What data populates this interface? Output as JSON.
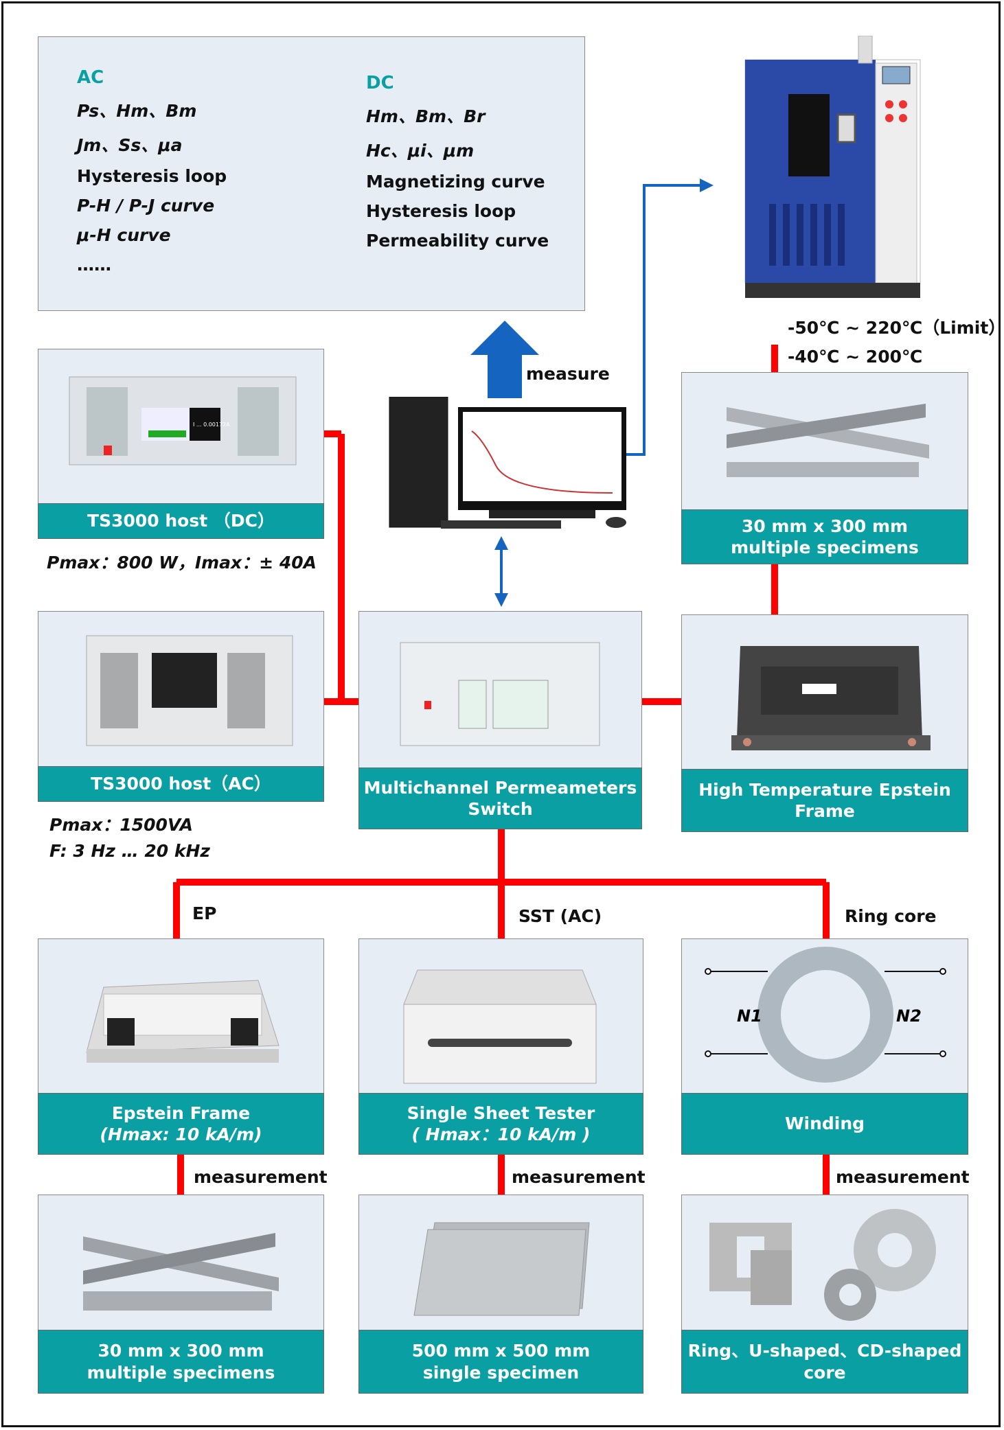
{
  "ac": {
    "heading": "AC",
    "items": [
      "Ps、Hm、Bm",
      "Jm、Ss、μa",
      "Hysteresis loop",
      "P-H / P-J  curve",
      "μ-H  curve",
      "……"
    ]
  },
  "dc": {
    "heading": "DC",
    "items": [
      "Hm、Bm、Br",
      "Hc、μi、μm",
      "Magnetizing curve",
      "Hysteresis loop",
      "Permeability curve"
    ]
  },
  "measure_label": "measure",
  "chamber": {
    "temp_limit": "-50℃ ~ 220℃（Limit）",
    "temp_range": "-40℃ ~ 200℃"
  },
  "ts_dc": {
    "label": "TS3000 host （DC）",
    "spec": "Pmax：800 W，Imax：± 40A",
    "screen_text": "I ... 0.00172A"
  },
  "ts_ac": {
    "label": "TS3000 host（AC）",
    "spec1": "Pmax：1500VA",
    "spec2": "F: 3 Hz … 20 kHz"
  },
  "top_spec": {
    "line1": "30 mm x 300 mm",
    "line2": "multiple specimens"
  },
  "switch": {
    "line1": "Multichannel Permeameters",
    "line2": "Switch"
  },
  "he_frame": {
    "line1": "High Temperature Epstein",
    "line2": "Frame"
  },
  "branches": {
    "ep": "EP",
    "sst": "SST (AC)",
    "ring": "Ring core"
  },
  "epstein": {
    "line1": "Epstein Frame",
    "line2": "(Hmax: 10 kA/m)"
  },
  "sst": {
    "line1": "Single Sheet Tester",
    "line2": "( Hmax：10 kA/m )"
  },
  "winding": {
    "label": "Winding",
    "n1": "N1",
    "n2": "N2"
  },
  "measurement_label": "measurement",
  "spec_ep": {
    "line1": "30 mm x 300 mm",
    "line2": "multiple specimens"
  },
  "spec_sst": {
    "line1": "500 mm x 500 mm",
    "line2": "single specimen"
  },
  "spec_core": {
    "line1": "Ring、U-shaped、CD-shaped",
    "line2": "core"
  },
  "colors": {
    "connector": "#ff0000",
    "arrow": "#1565c0",
    "label_bg": "#0aa0a3",
    "panel_bg": "#e6edf5",
    "heading": "#0aa0a3"
  }
}
